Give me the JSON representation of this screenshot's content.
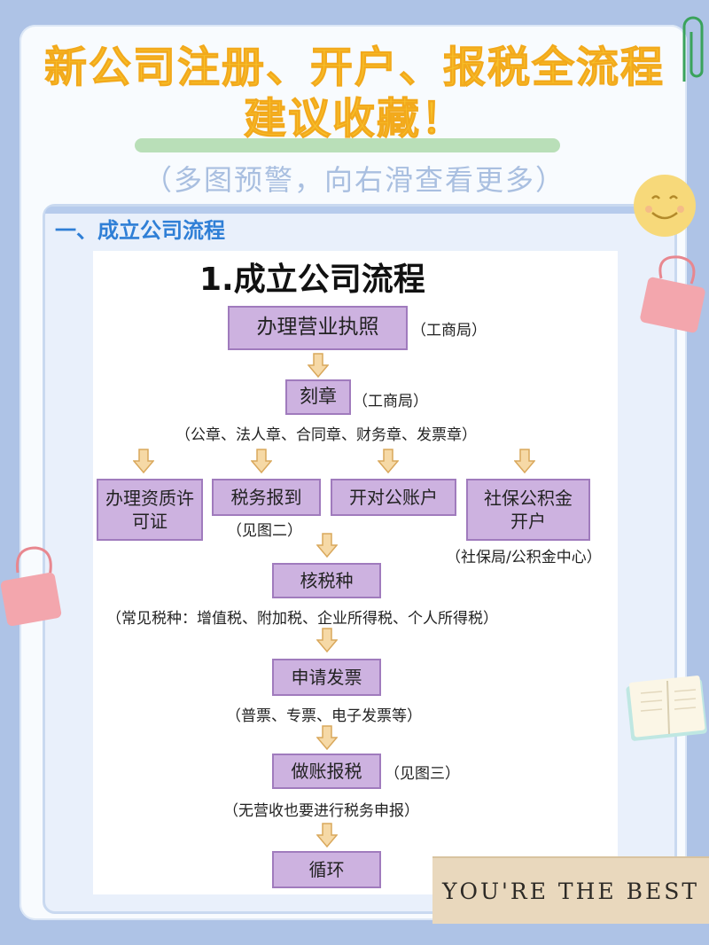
{
  "header": {
    "title_line1": "新公司注册、开户、报税全流程",
    "title_line2": "建议收藏！",
    "subtitle": "（多图预警，向右滑查看更多）"
  },
  "section": {
    "heading": "一、成立公司流程"
  },
  "diagram": {
    "title": "1.成立公司流程",
    "nodes": {
      "license": "办理营业执照",
      "seal": "刻章",
      "qualification": "办理资质许可证",
      "tax_register": "税务报到",
      "bank_account": "开对公账户",
      "social": "社保公积金开户",
      "tax_type": "核税种",
      "invoice": "申请发票",
      "bookkeeping": "做账报税",
      "cycle": "循环"
    },
    "notes": {
      "license": "（工商局）",
      "seal": "（工商局）",
      "seal_types": "（公章、法人章、合同章、财务章、发票章）",
      "tax_register": "（见图二）",
      "social": "（社保局/公积金中心）",
      "tax_type": "（常见税种：增值税、附加税、企业所得税、个人所得税）",
      "invoice": "（普票、专票、电子发票等）",
      "bookkeeping": "（见图三）",
      "declare": "（无营收也要进行税务申报）"
    }
  },
  "sticker": {
    "text": "YOU'RE THE BEST"
  },
  "colors": {
    "title": "#f7c12a",
    "node_fill": "#cdb2e0",
    "node_border": "#a07bbd",
    "arrow_fill": "#f6d9a6",
    "arrow_stroke": "#d9a85c",
    "section_head": "#2f7fd6"
  }
}
